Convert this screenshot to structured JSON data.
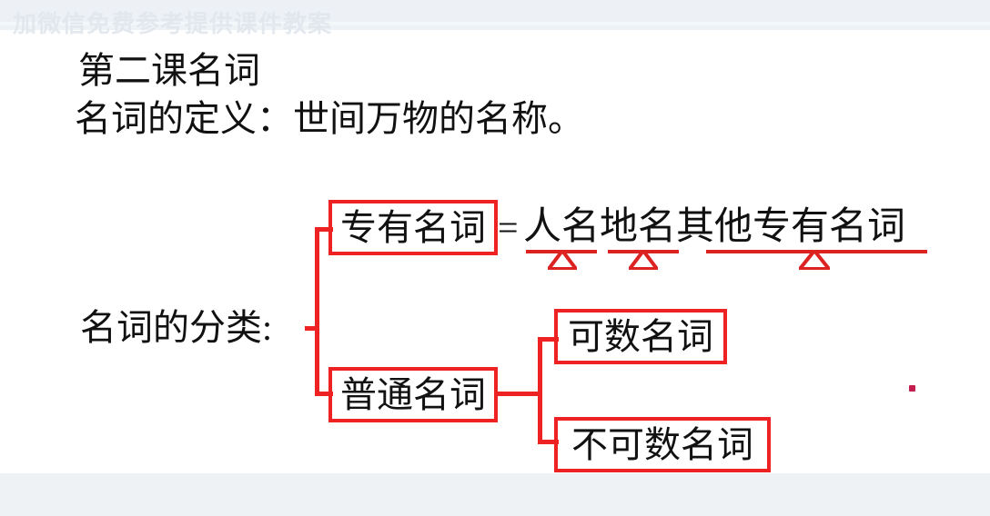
{
  "page": {
    "background_color": "#ffffff",
    "chrome_band_color": "#edf1f5",
    "accent_red": "#ee2222",
    "annotation_red": "#dd2222",
    "text_color": "#111111",
    "watermark_text": "加微信免费参考提供课件教案"
  },
  "content": {
    "title": "第二课名词",
    "definition": "名词的定义：世间万物的名称。",
    "classification_label": "名词的分类:"
  },
  "diagram": {
    "proper_noun": {
      "label": "专有名词",
      "equals": "=",
      "expansion": "人名地名其他专有名词",
      "annotations": [
        {
          "term": "人名"
        },
        {
          "term": "地名"
        },
        {
          "term": "其他专有名词"
        }
      ]
    },
    "common_noun": {
      "label": "普通名词",
      "children": [
        {
          "label": "可数名词"
        },
        {
          "label": "不可数名词"
        }
      ]
    }
  }
}
